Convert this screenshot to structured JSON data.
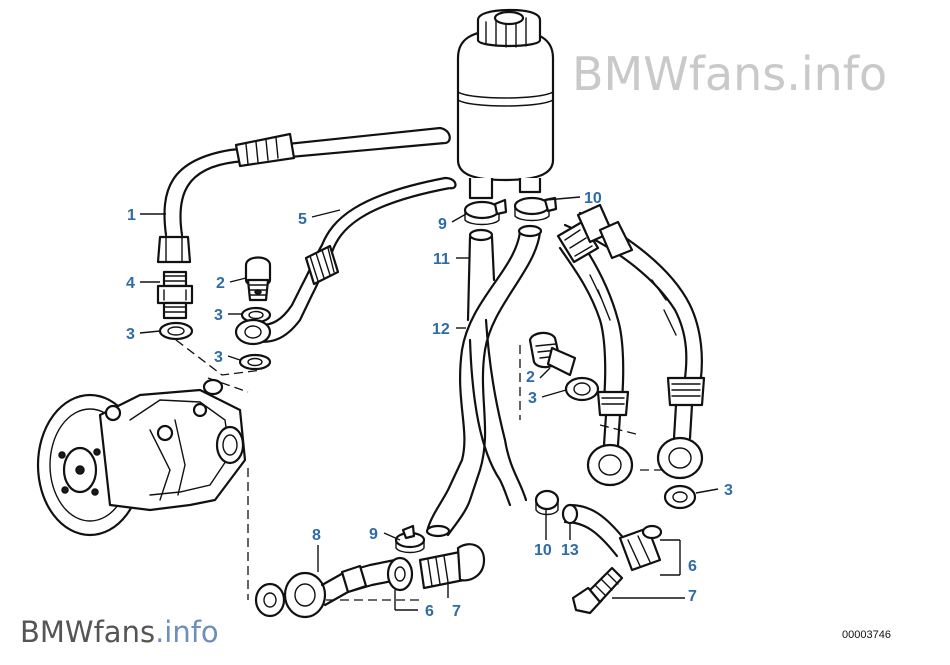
{
  "watermark": {
    "brand": "BMWfans",
    "suffix": ".info"
  },
  "reference_number": "00003746",
  "callouts": [
    {
      "id": "c1",
      "label": "1"
    },
    {
      "id": "c2a",
      "label": "2"
    },
    {
      "id": "c2b",
      "label": "2"
    },
    {
      "id": "c3a",
      "label": "3"
    },
    {
      "id": "c3b",
      "label": "3"
    },
    {
      "id": "c3c",
      "label": "3"
    },
    {
      "id": "c3d",
      "label": "3"
    },
    {
      "id": "c3e",
      "label": "3"
    },
    {
      "id": "c4",
      "label": "4"
    },
    {
      "id": "c5",
      "label": "5"
    },
    {
      "id": "c6a",
      "label": "6"
    },
    {
      "id": "c6b",
      "label": "6"
    },
    {
      "id": "c7a",
      "label": "7"
    },
    {
      "id": "c7b",
      "label": "7"
    },
    {
      "id": "c8",
      "label": "8"
    },
    {
      "id": "c9a",
      "label": "9"
    },
    {
      "id": "c9b",
      "label": "9"
    },
    {
      "id": "c10a",
      "label": "10"
    },
    {
      "id": "c10b",
      "label": "10"
    },
    {
      "id": "c11",
      "label": "11"
    },
    {
      "id": "c12",
      "label": "12"
    },
    {
      "id": "c13",
      "label": "13"
    }
  ],
  "colors": {
    "callout": "#2e6ca8",
    "line": "#111111",
    "watermark_light": "#c9c9c9",
    "watermark_accent": "#6d8fbd"
  }
}
